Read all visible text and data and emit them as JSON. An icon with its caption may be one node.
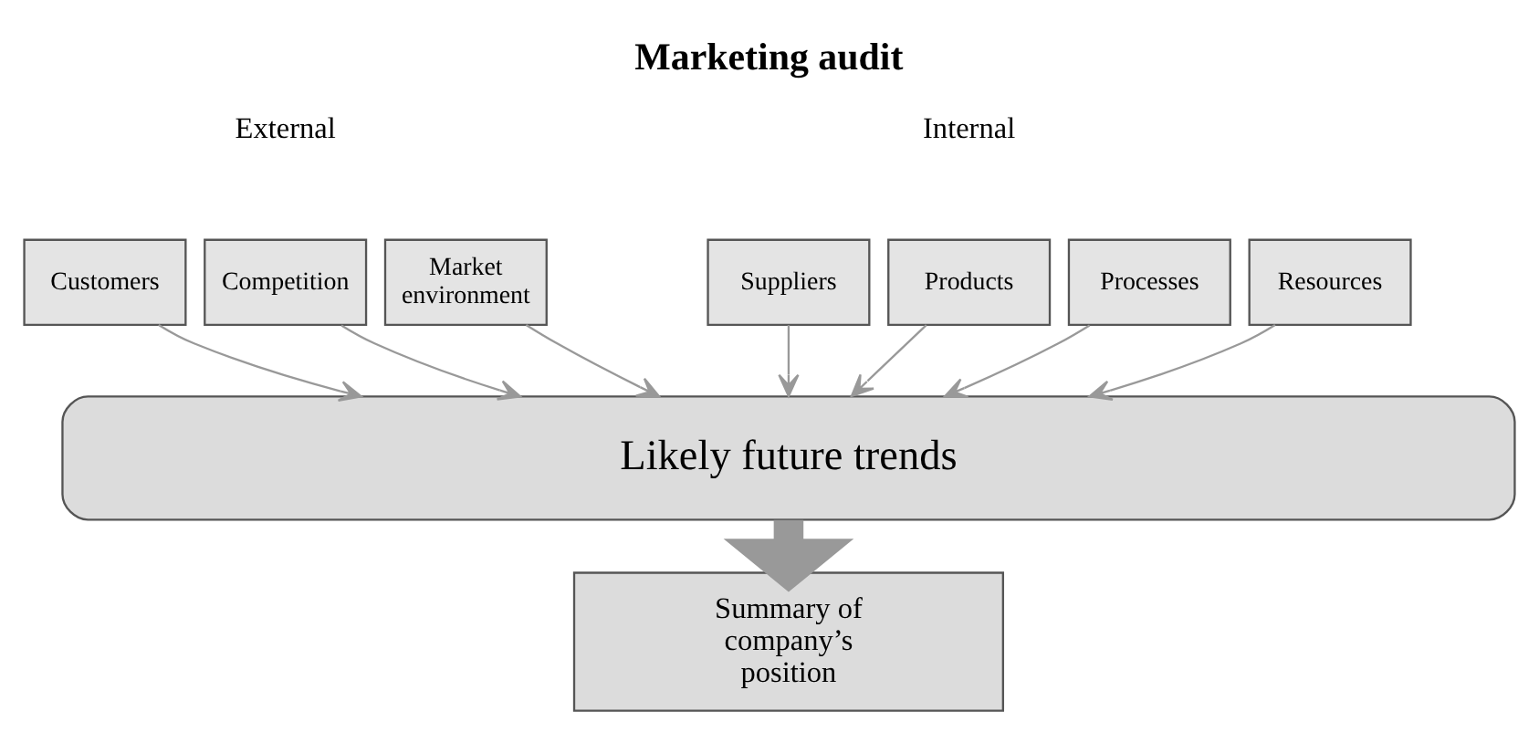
{
  "diagram": {
    "title": "Marketing audit",
    "nodes": [
      {
        "text": [
          "Customers"
        ]
      },
      {
        "text": [
          "Competition"
        ]
      },
      {
        "text": [
          "Market environment"
        ]
      },
      {
        "text": [
          "Suppliers"
        ]
      },
      {
        "text": [
          "Products"
        ]
      },
      {
        "text": [
          "Processes"
        ]
      },
      {
        "text": [
          "Resources"
        ]
      },
      {
        "text": [
          "Likely future trends"
        ]
      },
      {
        "text": [
          "Summary of company’s position"
        ]
      }
    ],
    "edges": [
      {
        "from": 0,
        "to": 7,
        "arrow": "to"
      },
      {
        "from": 1,
        "to": 7,
        "arrow": "to"
      },
      {
        "from": 2,
        "to": 7,
        "arrow": "to"
      },
      {
        "from": 3,
        "to": 7,
        "arrow": "to"
      },
      {
        "from": 4,
        "to": 7,
        "arrow": "to"
      },
      {
        "from": 5,
        "to": 7,
        "arrow": "to"
      },
      {
        "from": 6,
        "to": 7,
        "arrow": "to"
      },
      {
        "from": 7,
        "to": 8,
        "arrow": "to",
        "style": "thick"
      }
    ],
    "labels": [
      "External",
      "Internal"
    ]
  }
}
